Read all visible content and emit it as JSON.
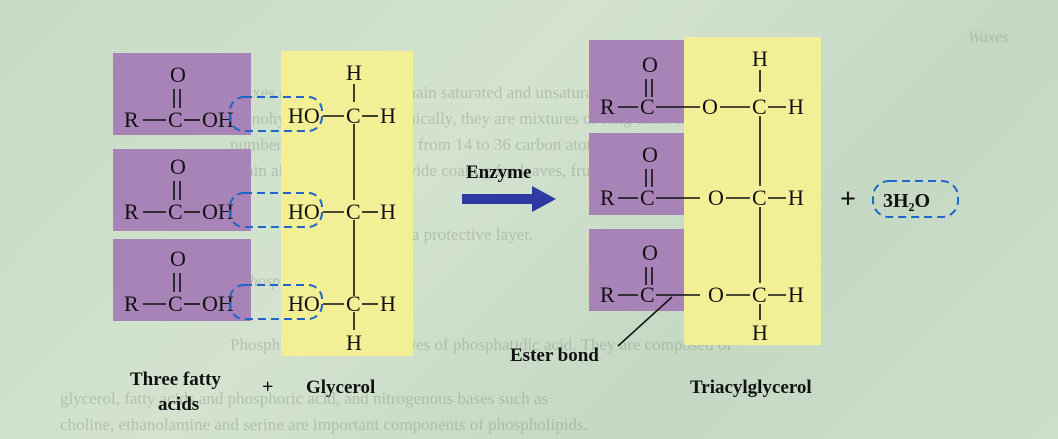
{
  "labels": {
    "fatty_acids_line1": "Three fatty",
    "fatty_acids_line2": "acids",
    "plus_reactants": "+",
    "glycerol": "Glycerol",
    "enzyme": "Enzyme",
    "triacylglycerol": "Triacylglycerol",
    "ester_bond": "Ester bond",
    "plus_products": "+",
    "water": "3H₂O"
  },
  "atoms": {
    "r": "R",
    "c": "C",
    "o": "O",
    "oh": "OH",
    "ho": "HO",
    "h": "H"
  },
  "colors": {
    "fatty_acid_box": "#a783b8",
    "glycerol_box": "#f3ef97",
    "arrow": "#2f3aa0",
    "dashed_circle": "#1f66c9"
  },
  "background_text": {
    "heading_waxes": "Waxes",
    "line1": "Waxes are esters of long chain saturated and unsaturated fatty acids with long chain",
    "line2": "monohydric alcohol. Chemically, they are mixtures of long chain fatty acid",
    "line3": "number of carbons ranging from 14 to 36 carbon atoms, ketones, aldehydes or long",
    "line4": "chain alcohols. Waxes provide coating for leaves, fruits and various surfaces",
    "line5": "and for insects as a protective layer.",
    "heading_phospholipids": "Phospholipids",
    "line6": "Phospholipids are derivatives of phosphatidic acid. They are composed of",
    "line7": "glycerol, fatty acids and phosphoric acid, and nitrogenous bases such as",
    "line8": "choline, ethanolamine and serine are important components of phospholipids."
  }
}
